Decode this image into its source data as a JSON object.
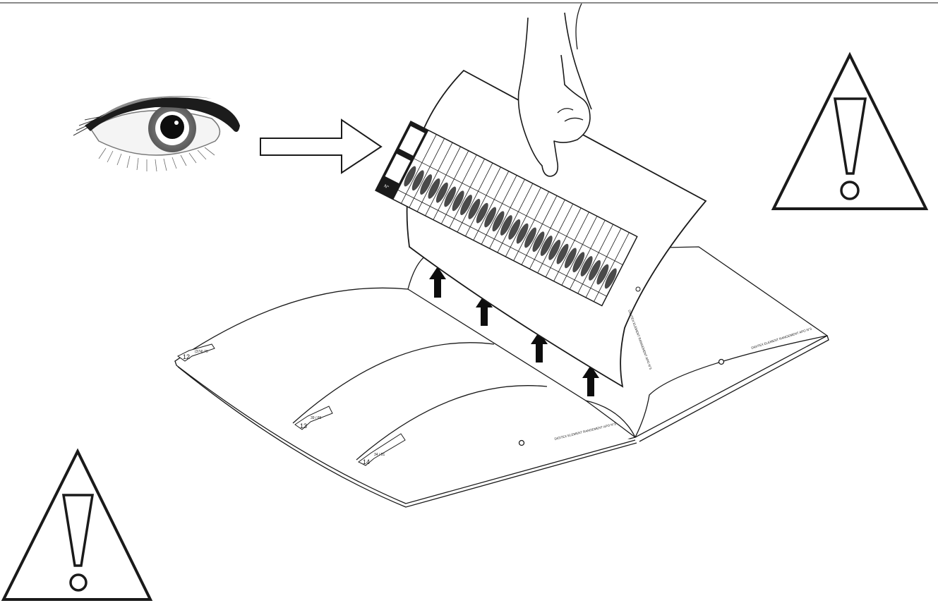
{
  "colors": {
    "ink": "#1a1a1a",
    "iris": "#7a7a7a",
    "paper": "#ffffff",
    "rule": "#8a8a8a"
  },
  "icons": {
    "warning_top_right": "warning-triangle-icon",
    "warning_bottom_left": "warning-triangle-icon",
    "eye": "eye-icon",
    "arrow": "right-arrow-icon",
    "hand": "hand-icon"
  },
  "book": {
    "tabs": [
      {
        "number": "12",
        "range": "(374) 70"
      },
      {
        "number": "13",
        "range": "39 / 65"
      },
      {
        "number": "14",
        "range": "34 / 51"
      }
    ],
    "footer_left": "DIGITEX ELEMENT RANGEMENT APO N°3",
    "footer_right": "DIGITEX ELEMENT RANGEMENT APO N°3",
    "lifted_footer": "DIGITEX ELEMENT RANGEMENT APO N°3"
  },
  "lifted_sheet": {
    "header_box": "N°",
    "column_count": 26
  }
}
